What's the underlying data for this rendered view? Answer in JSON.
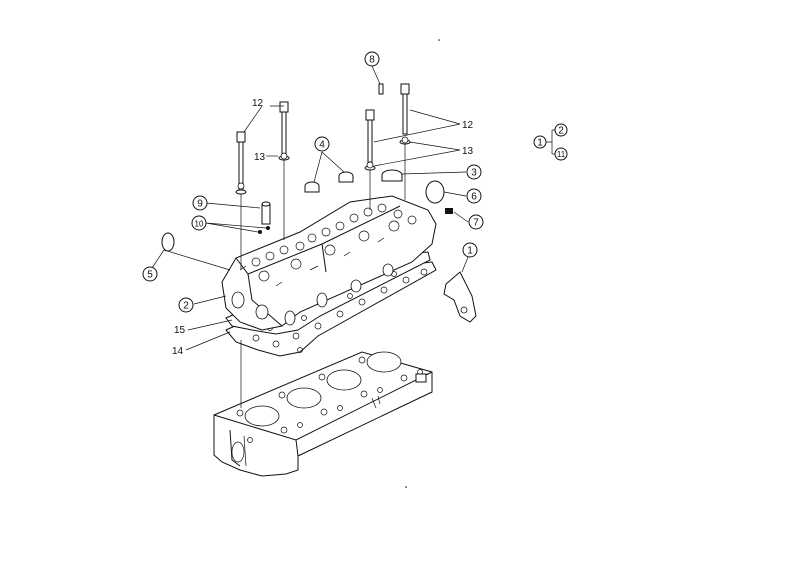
{
  "callouts": {
    "c1": "1",
    "c2": "2",
    "c3": "3",
    "c4": "4",
    "c5": "5",
    "c6": "6",
    "c7": "7",
    "c8": "8",
    "c9": "9",
    "c10": "10",
    "c11": "11",
    "c12": "12",
    "c13": "13",
    "c14": "14",
    "c15": "15"
  },
  "legend": {
    "left": "1",
    "top": "2",
    "bottom": "11"
  }
}
